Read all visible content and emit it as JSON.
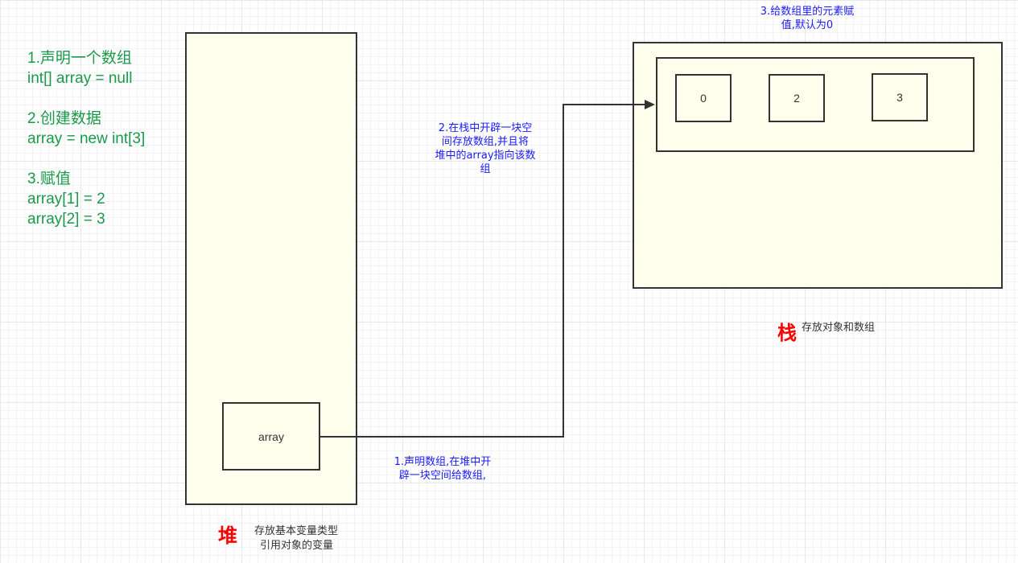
{
  "steps": {
    "s1_title": "1.声明一个数组",
    "s1_code": "int[] array = null",
    "s2_title": "2.创建数据",
    "s2_code": "array = new int[3]",
    "s3_title": "3.赋值",
    "s3_code_1": "array[1] = 2",
    "s3_code_2": "array[2] = 3"
  },
  "heap": {
    "char": "堆",
    "desc_1": "存放基本变量类型",
    "desc_2": "引用对象的变量",
    "var_label": "array"
  },
  "stack": {
    "char": "栈",
    "desc": "存放对象和数组",
    "cells": [
      "0",
      "2",
      "3"
    ]
  },
  "notes": {
    "n1_line1": "1.声明数组,在堆中开",
    "n1_line2": "辟一块空间给数组,",
    "n2_line1": "2.在栈中开辟一块空",
    "n2_line2": "间存放数组,并且将",
    "n2_line3": "堆中的array指向该数",
    "n2_line4": "组",
    "n3_line1": "3.给数组里的元素赋",
    "n3_line2": "值,默认为0"
  },
  "colors": {
    "code": "#1a9a4a",
    "note": "#1a1aff",
    "title": "#ff0000",
    "fill": "#ffffee"
  }
}
